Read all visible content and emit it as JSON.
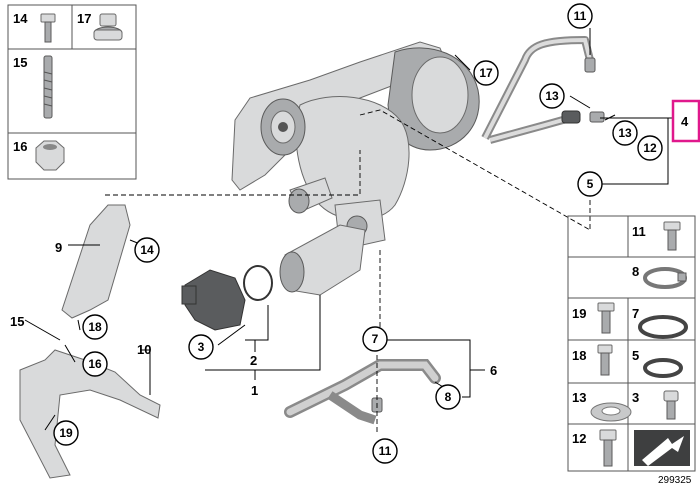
{
  "callouts": {
    "c17": "17",
    "c11_top": "11",
    "c13a": "13",
    "c13b": "13",
    "c12": "12",
    "c5": "5",
    "c14": "14",
    "c18": "18",
    "c16": "16",
    "c19": "19",
    "c3": "3",
    "c7": "7",
    "c8": "8",
    "c11_bottom": "11"
  },
  "labels": {
    "l4": "4",
    "l9": "9",
    "l15": "15",
    "l10": "10",
    "l2": "2",
    "l1": "1",
    "l6": "6"
  },
  "left_grid": {
    "r14": "14",
    "r17": "17",
    "r15": "15",
    "r16": "16"
  },
  "right_grid": {
    "r11": "11",
    "r8": "8",
    "r19": "19",
    "r7": "7",
    "r18": "18",
    "r5": "5",
    "r13": "13",
    "r3": "3",
    "r12": "12"
  },
  "diagram_number": "299325",
  "colors": {
    "highlight": "#e0188c"
  }
}
